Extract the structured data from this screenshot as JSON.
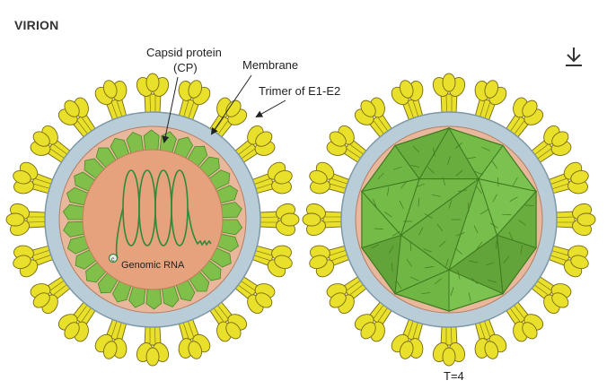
{
  "header": {
    "title": "VIRION",
    "download_icon": "download-icon"
  },
  "diagram": {
    "labels": {
      "capsid_line1": "Capsid protein",
      "capsid_line2": "(CP)",
      "membrane": "Membrane",
      "trimer": "Trimer of E1-E2",
      "rna": "Genomic RNA",
      "rna_marker": "c",
      "triangulation": "T=4"
    },
    "colors": {
      "spike_yellow": "#e8e02a",
      "spike_outline": "#7a6a12",
      "membrane_blue": "#b9cdd8",
      "membrane_pink": "#e9b89c",
      "capsid_green": "#7fbf4a",
      "core_orange": "#e5a27c",
      "rna_green": "#2f8a3a",
      "icosa_green": "#6fb544"
    }
  }
}
